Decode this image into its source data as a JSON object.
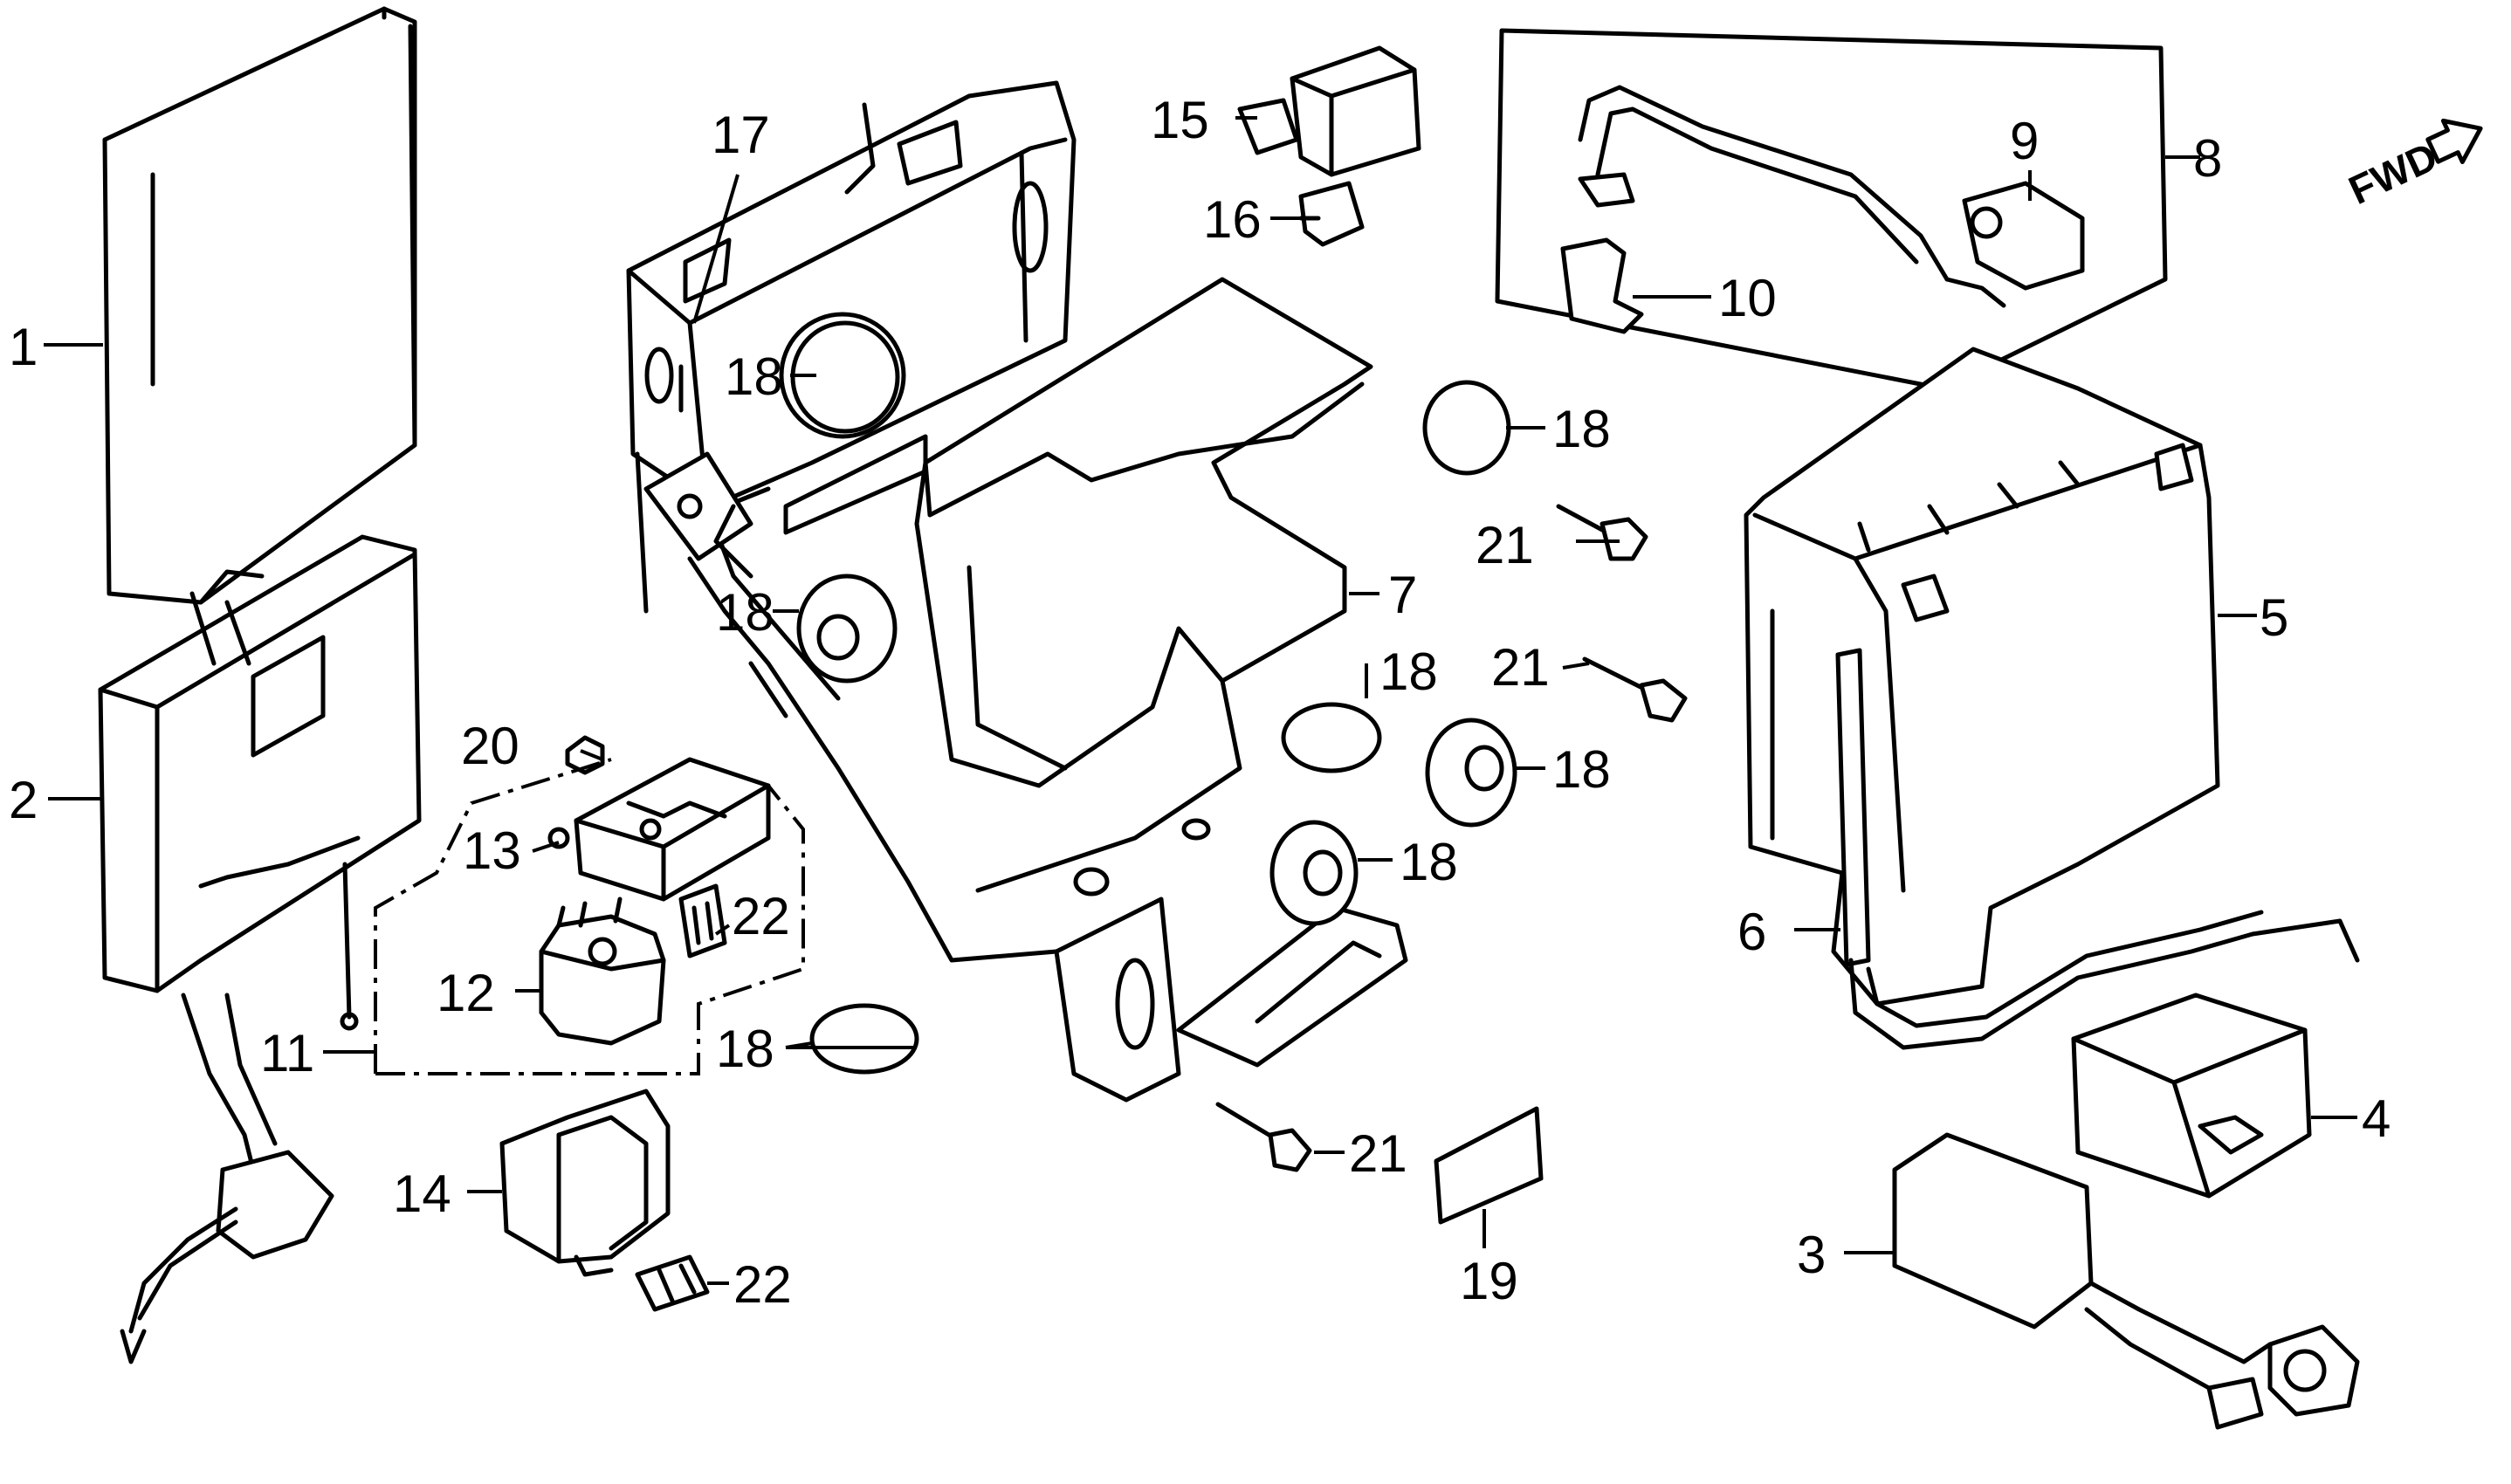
{
  "callouts": {
    "c1": "1",
    "c2": "2",
    "c3": "3",
    "c4": "4",
    "c5": "5",
    "c6": "6",
    "c7": "7",
    "c8": "8",
    "c9": "9",
    "c10": "10",
    "c11": "11",
    "c12": "12",
    "c13": "13",
    "c14": "14",
    "c15": "15",
    "c16": "16",
    "c17": "17",
    "c18a": "18",
    "c18b": "18",
    "c18c": "18",
    "c18d": "18",
    "c18e": "18",
    "c18f": "18",
    "c18g": "18",
    "c19": "19",
    "c20": "20",
    "c21a": "21",
    "c21b": "21",
    "c21c": "21",
    "c22a": "22",
    "c22b": "22"
  },
  "direction_label": "FWD"
}
